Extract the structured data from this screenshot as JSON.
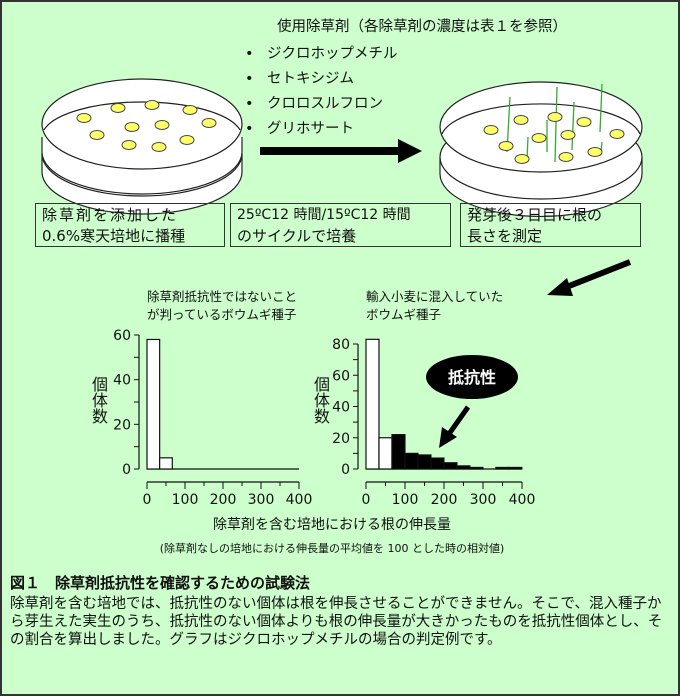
{
  "herbicides": {
    "title": "使用除草剤（各除草剤の濃度は表１を参照）",
    "items": [
      "ジクロホップメチル",
      "セトキシジム",
      "クロロスルフロン",
      "グリホサート"
    ]
  },
  "steps": [
    {
      "line1": "除草剤を添加した",
      "line2": "0.6%寒天培地に播種"
    },
    {
      "line1": "25ºC12 時間/15ºC12 時間",
      "line2": "のサイクルで培養"
    },
    {
      "line1": "発芽後３日目に根の",
      "line2": "長さを測定"
    }
  ],
  "colors": {
    "background": "#ccffcc",
    "seed": "#ffff66",
    "root": "#33aa33",
    "resistant_bar": "#000000"
  },
  "resistant_label": "抵抗性",
  "chart_data": [
    {
      "type": "bar",
      "title": "除草剤抵抗性ではないことが判っているボウムギ種子",
      "title_lines": [
        "除草剤抵抗性ではないこと",
        "が判っているボウムギ種子"
      ],
      "ylabel": "個体数",
      "xlim": [
        0,
        400
      ],
      "ylim": [
        0,
        60
      ],
      "xticks": [
        0,
        100,
        200,
        300,
        400
      ],
      "yticks": [
        0,
        20,
        40,
        60
      ],
      "bin_width": 33.3,
      "values": [
        58,
        5,
        0,
        0,
        0,
        0,
        0,
        0,
        0,
        0,
        0,
        0
      ],
      "resistant": [
        false,
        false,
        false,
        false,
        false,
        false,
        false,
        false,
        false,
        false,
        false,
        false
      ]
    },
    {
      "type": "bar",
      "title": "輸入小麦に混入していたボウムギ種子",
      "title_lines": [
        "輸入小麦に混入していた",
        "ボウムギ種子"
      ],
      "ylabel": "個体数",
      "xlim": [
        0,
        400
      ],
      "ylim": [
        0,
        80
      ],
      "xticks": [
        0,
        100,
        200,
        300,
        400
      ],
      "yticks": [
        0,
        20,
        40,
        60,
        80
      ],
      "bin_width": 33.3,
      "values": [
        83,
        20,
        22,
        10,
        9,
        7,
        4,
        2,
        1,
        0,
        1,
        1
      ],
      "resistant": [
        false,
        false,
        true,
        true,
        true,
        true,
        true,
        true,
        true,
        true,
        true,
        true
      ]
    }
  ],
  "xlabel": "除草剤を含む培地における根の伸長量",
  "xlabel_note": "(除草剤なしの培地における伸長量の平均値を 100 とした時の相対値)",
  "caption": {
    "title": "図１　除草剤抵抗性を確認するための試験法",
    "body": "除草剤を含む培地では、抵抗性のない個体は根を伸長させることができません。そこで、混入種子から芽生えた実生のうち、抵抗性のない個体よりも根の伸長量が大きかったものを抵抗性個体とし、その割合を算出しました。グラフはジクロホップメチルの場合の判定例です。"
  }
}
